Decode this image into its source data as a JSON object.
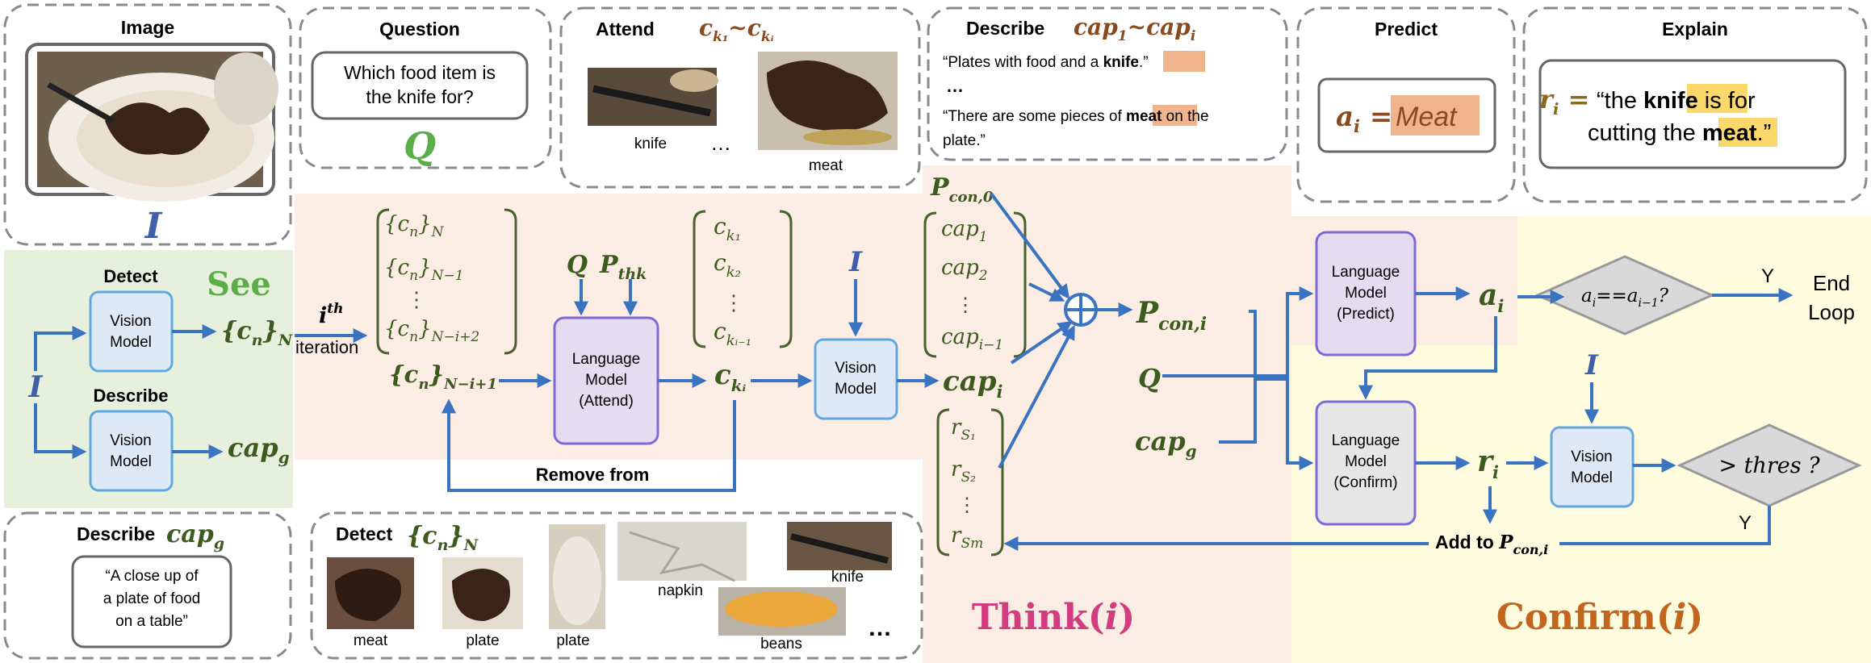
{
  "colors": {
    "arrow": "#3a74c0",
    "dash_border": "#8a8a8a",
    "see_bg": "#e6f0dd",
    "think_bg": "#fbede4",
    "predict_bg": "#fbede4",
    "confirm_bg": "#fefbde",
    "vision_fill": "#dde9f7",
    "vision_stroke": "#5fa8e0",
    "lm_fill": "#e4dcf1",
    "lm_stroke": "#7d6ad6",
    "lm_confirm_fill": "#e6e6e6",
    "diamond_fill": "#d9d9d9",
    "math_green": "#3d5a1f",
    "math_blue": "#3f5fa8",
    "math_brown": "#8a4a1f",
    "see_green": "#5cae4a",
    "think_pink": "#d33c7f",
    "confirm_orange": "#c2651f",
    "highlight_orange": "#f0b48c",
    "highlight_yellow": "#fbd86b"
  },
  "panels": {
    "image": {
      "title": "Image",
      "symbol": "I"
    },
    "question": {
      "title": "Question",
      "text_line1": "Which food item is",
      "text_line2": "the knife for?",
      "symbol": "Q"
    },
    "attend": {
      "title": "Attend",
      "math": "c_{k_1}~c_{k_i}",
      "label_knife": "knife",
      "label_meat": "meat",
      "ellipsis": "…"
    },
    "describe": {
      "title": "Describe",
      "math": "cap_1~cap_i",
      "quote1_pre": "“Plates with food and a ",
      "quote1_hl": "knife",
      "quote1_post": ".”",
      "ellipsis": "…",
      "quote2_pre": "“There are some pieces of ",
      "quote2_hl": "meat",
      "quote2_post": " on the",
      "quote2_line2": "plate.”"
    },
    "predict": {
      "title": "Predict",
      "lhs": "a_i =",
      "answer": "Meat"
    },
    "explain": {
      "title": "Explain",
      "lhs": "r_i =",
      "q_open": "“the ",
      "q_hl1": "knife",
      "q_mid": " is for",
      "q_line2_pre": "cutting the ",
      "q_hl2": "meat",
      "q_close": ".”"
    },
    "describe_cap": {
      "title": "Describe",
      "math": "cap_g",
      "line1": "“A close up of",
      "line2": "a plate of food",
      "line3": "on a table”"
    },
    "detect": {
      "title": "Detect",
      "math": "{c_n}_N",
      "labels": [
        "meat",
        "plate",
        "plate",
        "napkin",
        "knife",
        "beans"
      ],
      "ellipsis": "…"
    }
  },
  "see": {
    "title": "See",
    "input": "I",
    "detect_label": "Detect",
    "describe_label": "Describe",
    "vision_model_line1": "Vision",
    "vision_model_line2": "Model",
    "out_detect": "{c_n}_N",
    "out_describe": "cap_g"
  },
  "think": {
    "title": "Think(i)",
    "iteration_sup": "th",
    "iteration_i": "i",
    "iteration_word": "iteration",
    "set_items": [
      "{c_n}_N",
      "{c_n}_N−1",
      "⋮",
      "{c_n}_N−i+2"
    ],
    "set_current": "{c_n}_N−i+1",
    "q": "Q",
    "p_thk": "P_thk",
    "lm_attend": [
      "Language",
      "Model",
      "(Attend)"
    ],
    "ck_items": [
      "c_k1",
      "c_k2",
      "⋮",
      "c_ki−1"
    ],
    "ck_current": "c_ki",
    "i_input": "I",
    "vision_model": [
      "Vision",
      "Model"
    ],
    "cap_current": "cap_i",
    "remove_from": "Remove from",
    "p_con0": "P_con,0",
    "cap_items": [
      "cap_1",
      "cap_2",
      "⋮",
      "cap_i−1"
    ],
    "r_items": [
      "r_S1",
      "r_S2",
      "⋮",
      "r_Sm"
    ],
    "p_con_i": "P_con,i",
    "q2": "Q",
    "cap_g": "cap_g",
    "oplus": "⊕"
  },
  "confirm": {
    "title": "Confirm(i)",
    "lm_predict": [
      "Language",
      "Model",
      "(Predict)"
    ],
    "lm_confirm": [
      "Language",
      "Model",
      "(Confirm)"
    ],
    "a_i": "a_i",
    "r_i": "r_i",
    "diamond1": "a_i==a_i−1?",
    "y1": "Y",
    "end_loop_1": "End",
    "end_loop_2": "Loop",
    "i_input": "I",
    "vision_model": [
      "Vision",
      "Model"
    ],
    "diamond2": "> thres ?",
    "y2": "Y",
    "add_to": "Add to P_con,i"
  }
}
